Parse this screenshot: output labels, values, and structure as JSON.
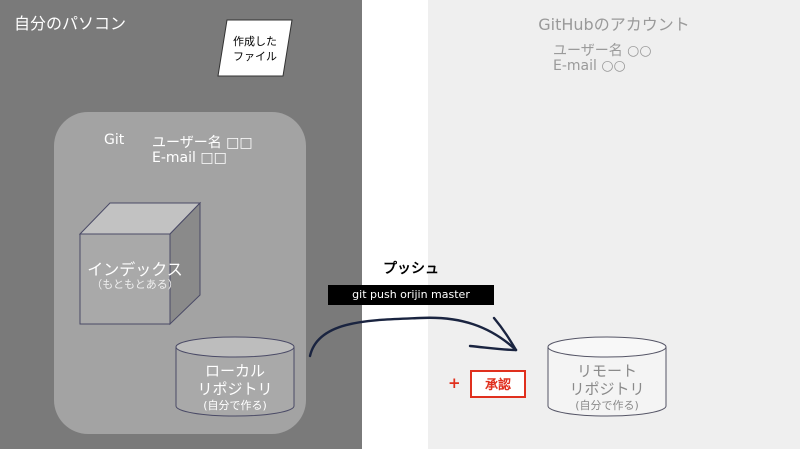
{
  "local_pc": {
    "title": "自分のパソコン",
    "file_note": [
      "作成した",
      "ファイル"
    ],
    "git": {
      "label": "Git",
      "username": "ユーザー名 □□",
      "email": "E-mail □□"
    },
    "index": {
      "label": "インデックス",
      "sublabel": "（もともとある）"
    },
    "local_repo": {
      "line1": "ローカル",
      "line2": "リポジトリ",
      "sub": "(自分で作る)"
    }
  },
  "github": {
    "title": "GitHubのアカウント",
    "username": "ユーザー名 ○○",
    "email": "E-mail ○○",
    "remote_repo": {
      "line1": "リモート",
      "line2": "リポジトリ",
      "sub": "(自分で作る)"
    }
  },
  "push": {
    "title": "プッシュ",
    "command": "git push orijin master"
  },
  "approve": {
    "plus": "+",
    "label": "承認"
  },
  "colors": {
    "left_panel": "#7a7a7a",
    "right_panel": "#efefef",
    "git_box": "#a3a3a3",
    "accent_red": "#e0301e",
    "arrow": "#1a2440"
  }
}
